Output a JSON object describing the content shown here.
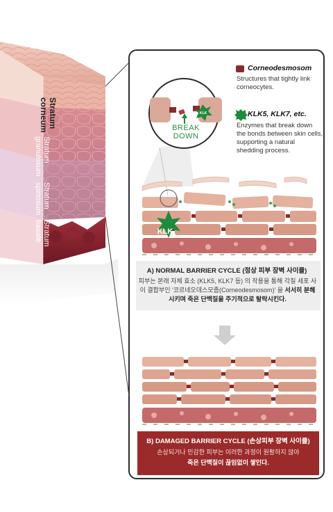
{
  "skin_labels": {
    "corneum": [
      "Stratum",
      "corneum"
    ],
    "granulosum": [
      "Stratum",
      "granulosum"
    ],
    "spinosum": [
      "Stratum",
      "spinosum"
    ],
    "basale": [
      "Stratum",
      "basale"
    ]
  },
  "legend": {
    "corneodesmosome": {
      "title": "Corneodesmosom",
      "desc": "Structures that tightly link corneocytes.",
      "color": "#8a2a2a"
    },
    "klk": {
      "title": "KLK5, KLK7, etc.",
      "desc": "Enzymes that break down the bonds between skin cells, supporting a natural shedding process.",
      "badge_text": "KLK",
      "color": "#1e8a3c"
    }
  },
  "zoom": {
    "breakdown_line1": "BREAK",
    "breakdown_line2": "DOWN",
    "badge_text": "KLK"
  },
  "normal_cycle": {
    "caption": "A) NORMAL BARRIER CYCLE (정상 피부 장벽 사이클)",
    "text_part1": "피부는 본래 자체 효소 (KLK5, KLK7 등) 의 작용을 통해 각질 세포 사이 결합부인 '코르네오데스모좀(Corneodesmosom)' 을 ",
    "text_highlight": "서서히 분해시키며 죽은 단백질을 주기적으로 탈락시킨다.",
    "star_label": "KLK"
  },
  "damaged_cycle": {
    "caption": "B) DAMAGED BARRIER CYCLE (손상피부 장벽 사이클)",
    "text_line1": "손상되거나 민감한 피부는 이러한 과정이 원활하지 않아",
    "text_line2": "죽은 단백질이 끊임없이 쌓인다.",
    "color": "#9b2a2a"
  }
}
